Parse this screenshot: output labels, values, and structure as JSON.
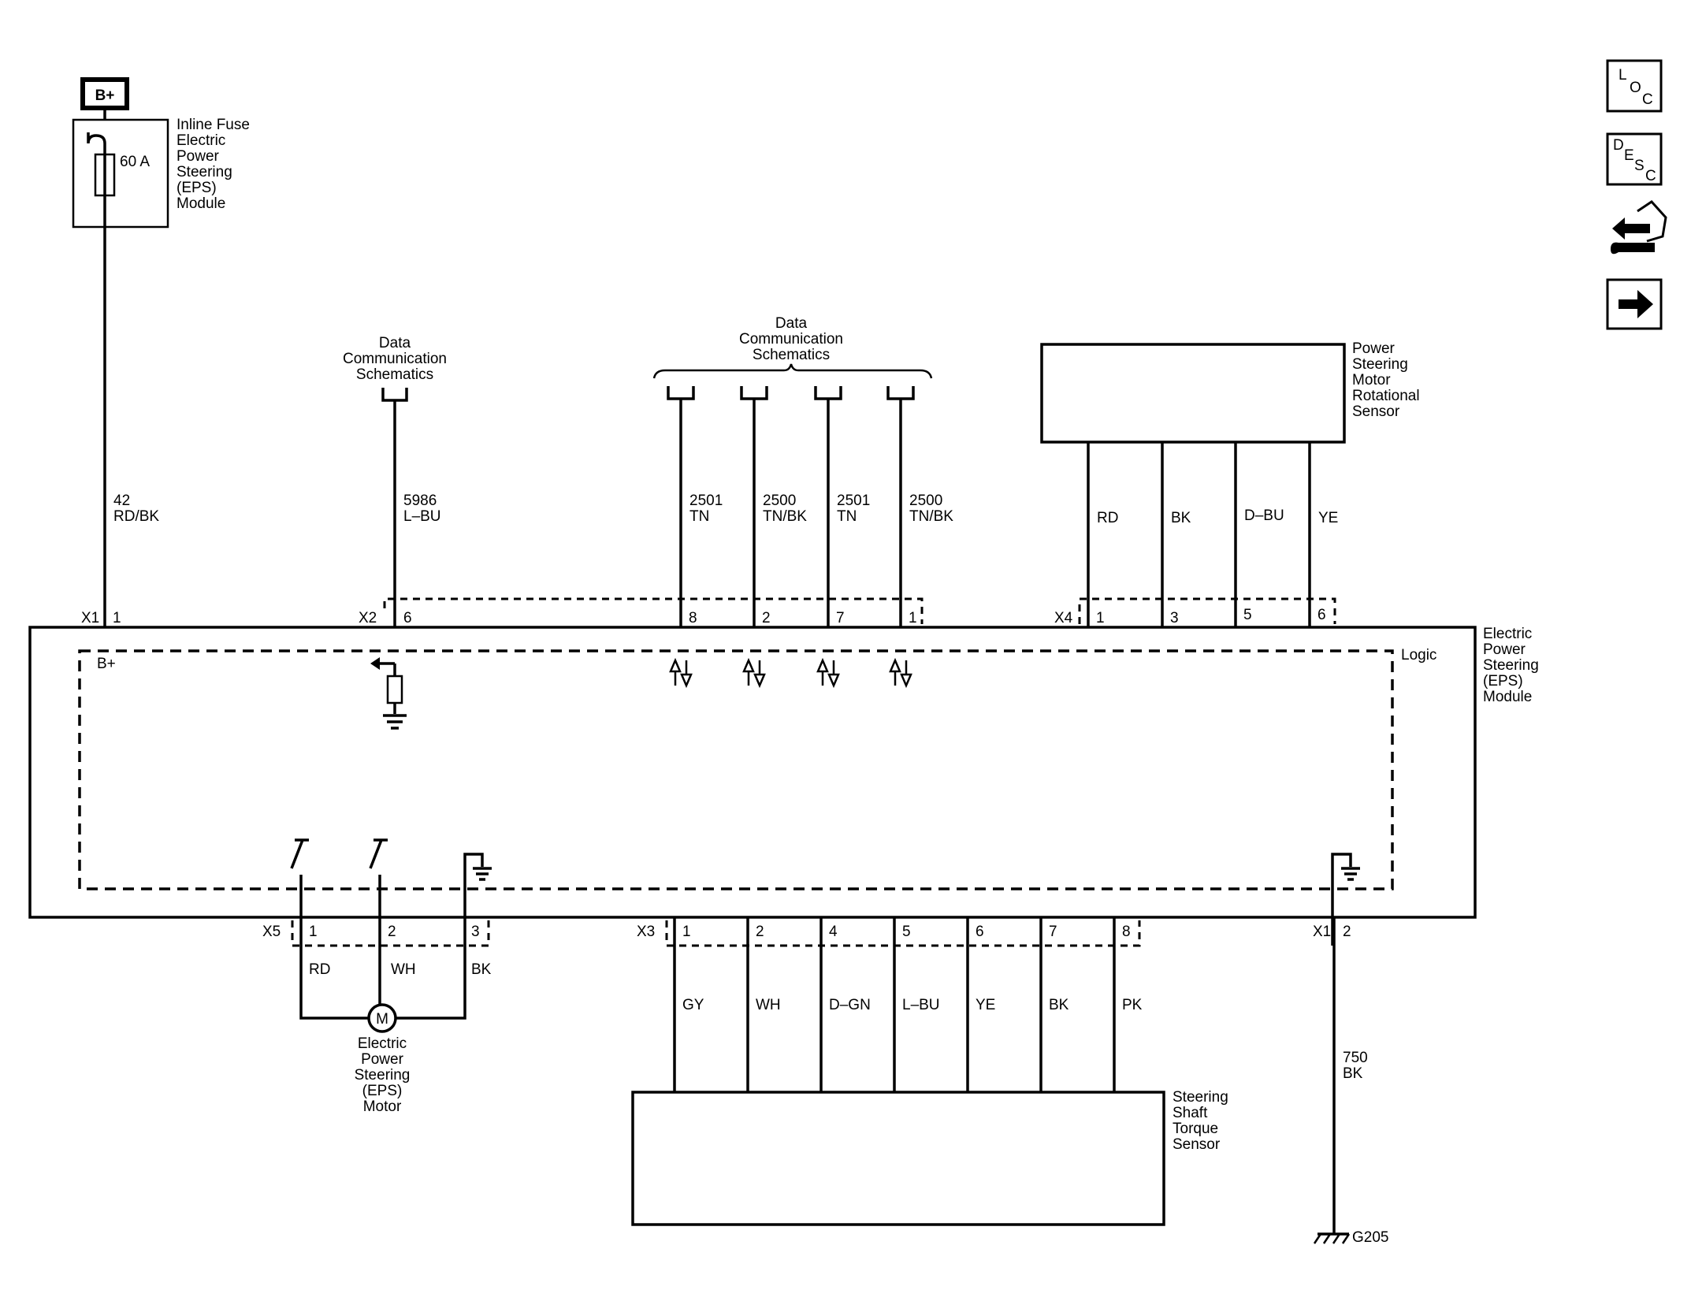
{
  "supply": {
    "label": "B+"
  },
  "inline_fuse": {
    "rating": "60 A",
    "label_lines": [
      "Inline Fuse",
      "Electric",
      "Power",
      "Steering",
      "(EPS)",
      "Module"
    ]
  },
  "data_comm_left": {
    "label_lines": [
      "Data",
      "Communication",
      "Schematics"
    ]
  },
  "data_comm_center": {
    "label_lines": [
      "Data",
      "Communication",
      "Schematics"
    ]
  },
  "rotational_sensor": {
    "label_lines": [
      "Power",
      "Steering",
      "Motor",
      "Rotational",
      "Sensor"
    ]
  },
  "module": {
    "label_lines": [
      "Electric",
      "Power",
      "Steering",
      "(EPS)",
      "Module"
    ],
    "logic_label": "Logic",
    "bplus_label": "B+"
  },
  "top_wires": [
    {
      "circuit": "42",
      "color": "RD/BK",
      "connector": "X1",
      "pin": "1"
    },
    {
      "circuit": "5986",
      "color": "L–BU",
      "connector": "X2",
      "pin": "6"
    },
    {
      "circuit": "2501",
      "color": "TN",
      "pin": "8"
    },
    {
      "circuit": "2500",
      "color": "TN/BK",
      "pin": "2"
    },
    {
      "circuit": "2501",
      "color": "TN",
      "pin": "7"
    },
    {
      "circuit": "2500",
      "color": "TN/BK",
      "pin": "1"
    }
  ],
  "x4": {
    "connector": "X4",
    "pins": [
      "1",
      "3",
      "5",
      "6"
    ],
    "colors": [
      "RD",
      "BK",
      "D–BU",
      "YE"
    ]
  },
  "x5": {
    "connector": "X5",
    "pins": [
      "1",
      "2",
      "3"
    ],
    "colors": [
      "RD",
      "WH",
      "BK"
    ]
  },
  "motor": {
    "symbol": "M",
    "label_lines": [
      "Electric",
      "Power",
      "Steering",
      "(EPS)",
      "Motor"
    ]
  },
  "x3": {
    "connector": "X3",
    "pins": [
      "1",
      "2",
      "4",
      "5",
      "6",
      "7",
      "8"
    ],
    "colors": [
      "GY",
      "WH",
      "D–GN",
      "L–BU",
      "YE",
      "BK",
      "PK"
    ]
  },
  "torque_sensor": {
    "label_lines": [
      "Steering",
      "Shaft",
      "Torque",
      "Sensor"
    ]
  },
  "ground_wire": {
    "connector": "X1",
    "pin": "2",
    "circuit": "750",
    "color": "BK",
    "ground": "G205"
  },
  "side_icons": [
    {
      "name": "loc-icon",
      "letters": [
        "L",
        "O",
        "C"
      ]
    },
    {
      "name": "desc-icon",
      "letters": [
        "D",
        "E",
        "S",
        "C"
      ]
    },
    {
      "name": "connector-repair-icon"
    },
    {
      "name": "next-arrow-icon"
    }
  ]
}
